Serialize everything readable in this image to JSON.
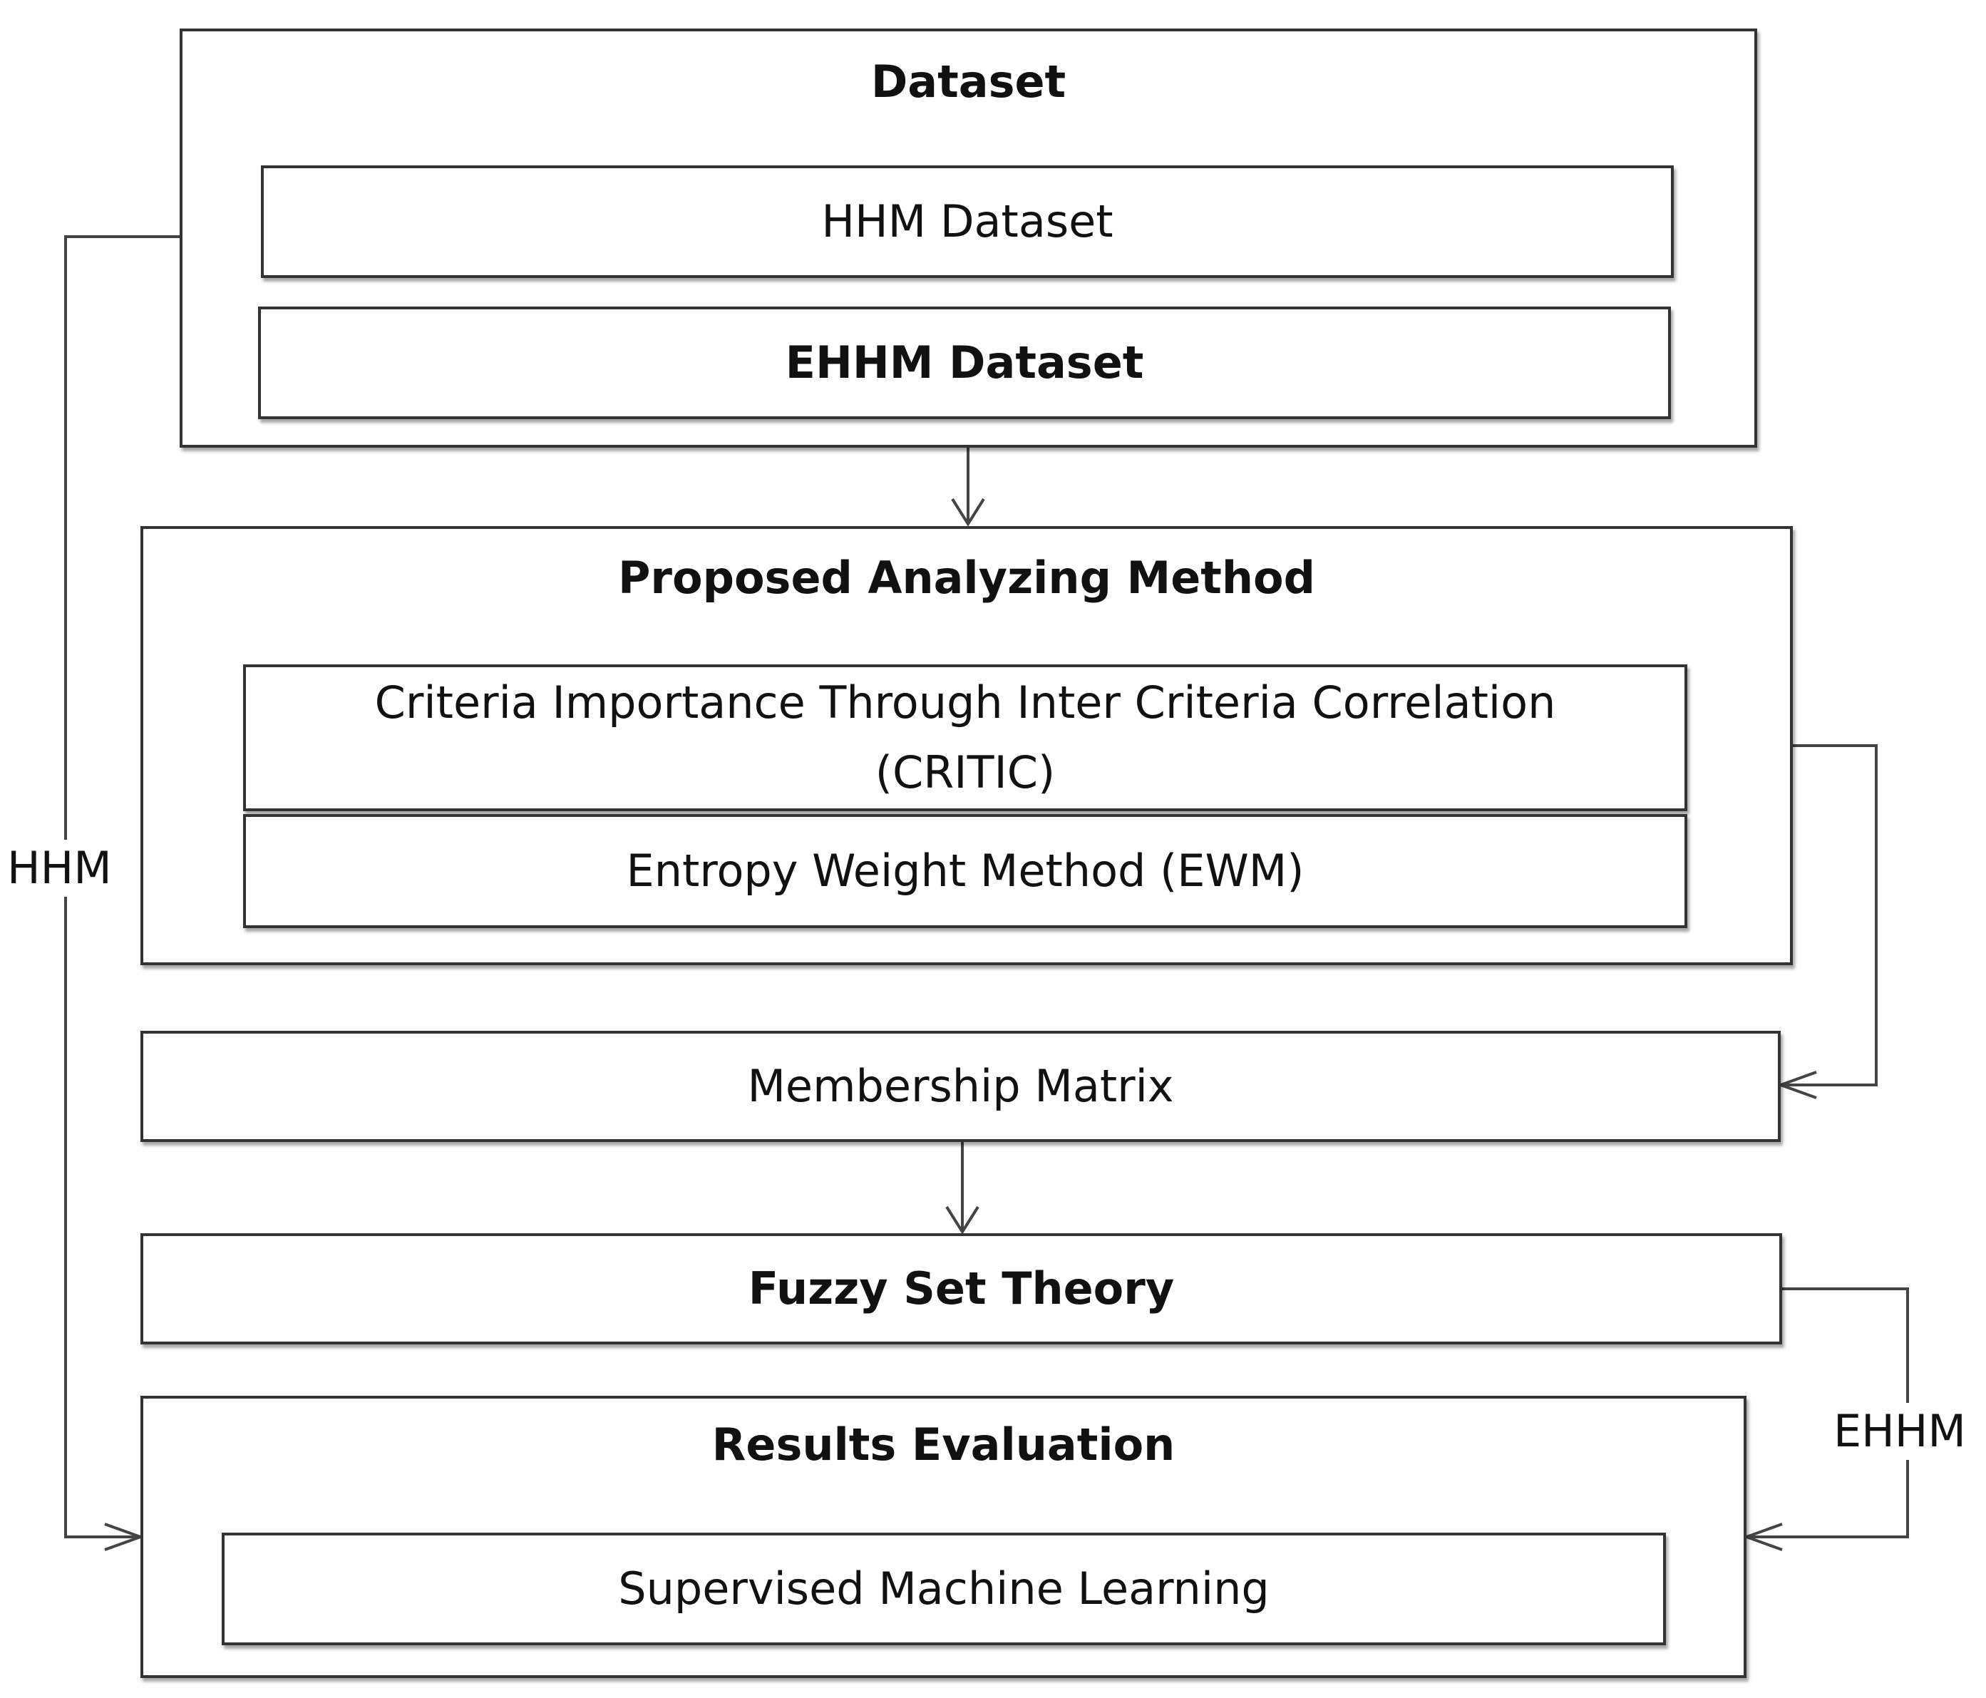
{
  "dataset": {
    "title": "Dataset",
    "hhm": "HHM Dataset",
    "ehhm": "EHHM Dataset"
  },
  "method": {
    "title": "Proposed Analyzing Method",
    "critic": "Criteria Importance Through Inter Criteria Correlation (CRITIC)",
    "ewm": "Entropy Weight Method (EWM)"
  },
  "membership": "Membership Matrix",
  "fuzzy": "Fuzzy Set Theory",
  "results": {
    "title": "Results Evaluation",
    "sml": "Supervised Machine Learning"
  },
  "labels": {
    "left_path": "HHM",
    "right_path": "EHHM"
  }
}
